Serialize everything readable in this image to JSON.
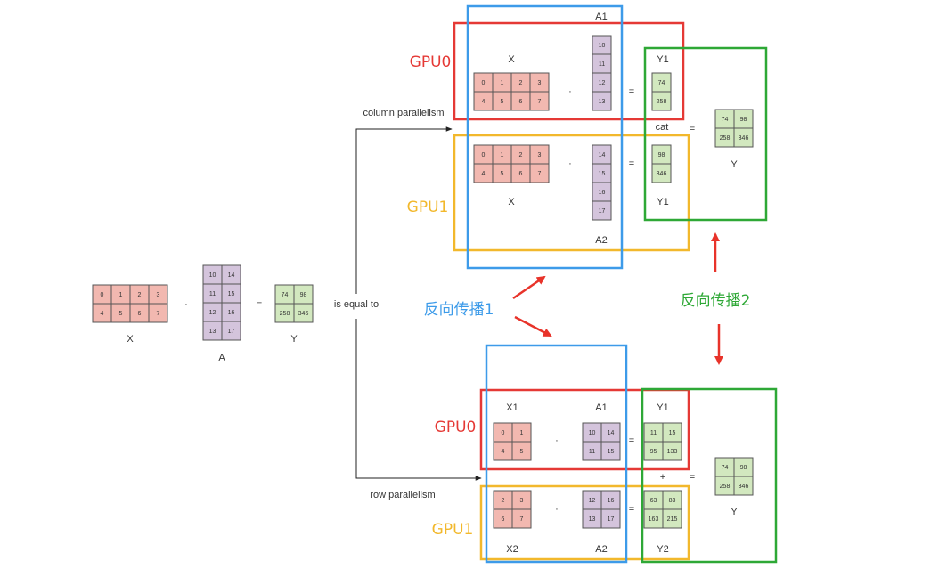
{
  "colors": {
    "x_matrix": "#f2b8b0",
    "a_matrix": "#d4c4dc",
    "y_matrix": "#d2e8bf",
    "grid_line": "#555555",
    "gpu0": "#e53935",
    "gpu1": "#f2b82c",
    "backprop1": "#3d9be9",
    "backprop2": "#2ea836",
    "arrow_red": "#e8332a",
    "arrow_black": "#222222"
  },
  "operators": {
    "dot": "·",
    "equals": "=",
    "plus": "+",
    "cat": "cat"
  },
  "left": {
    "x": {
      "label": "X",
      "values": [
        [
          "0",
          "1",
          "2",
          "3"
        ],
        [
          "4",
          "5",
          "6",
          "7"
        ]
      ]
    },
    "a": {
      "label": "A",
      "values": [
        [
          "10",
          "14"
        ],
        [
          "11",
          "15"
        ],
        [
          "12",
          "16"
        ],
        [
          "13",
          "17"
        ]
      ]
    },
    "y": {
      "label": "Y",
      "values": [
        [
          "74",
          "98"
        ],
        [
          "258",
          "346"
        ]
      ]
    },
    "is_equal_to": "is equal to"
  },
  "column_parallelism": {
    "caption": "column parallelism",
    "a1_label": "A1",
    "a2_label": "A2",
    "gpu0_label": "GPU0",
    "gpu1_label": "GPU1",
    "gpu0": {
      "x_label": "X",
      "x": [
        [
          "0",
          "1",
          "2",
          "3"
        ],
        [
          "4",
          "5",
          "6",
          "7"
        ]
      ],
      "a": [
        [
          "10"
        ],
        [
          "11"
        ],
        [
          "12"
        ],
        [
          "13"
        ]
      ],
      "y_label": "Y1",
      "y": [
        [
          "74"
        ],
        [
          "258"
        ]
      ]
    },
    "gpu1": {
      "x_label": "X",
      "x": [
        [
          "0",
          "1",
          "2",
          "3"
        ],
        [
          "4",
          "5",
          "6",
          "7"
        ]
      ],
      "a": [
        [
          "14"
        ],
        [
          "15"
        ],
        [
          "16"
        ],
        [
          "17"
        ]
      ],
      "y_label": "Y1",
      "y": [
        [
          "98"
        ],
        [
          "346"
        ]
      ]
    },
    "result": {
      "label": "Y",
      "values": [
        [
          "74",
          "98"
        ],
        [
          "258",
          "346"
        ]
      ]
    }
  },
  "row_parallelism": {
    "caption": "row parallelism",
    "gpu0_label": "GPU0",
    "gpu1_label": "GPU1",
    "gpu0": {
      "x_label": "X1",
      "x": [
        [
          "0",
          "1"
        ],
        [
          "4",
          "5"
        ]
      ],
      "a_label": "A1",
      "a": [
        [
          "10",
          "14"
        ],
        [
          "11",
          "15"
        ]
      ],
      "y_label": "Y1",
      "y": [
        [
          "11",
          "15"
        ],
        [
          "95",
          "133"
        ]
      ]
    },
    "gpu1": {
      "x_label": "X2",
      "x": [
        [
          "2",
          "3"
        ],
        [
          "6",
          "7"
        ]
      ],
      "a_label": "A2",
      "a": [
        [
          "12",
          "16"
        ],
        [
          "13",
          "17"
        ]
      ],
      "y_label": "Y2",
      "y": [
        [
          "63",
          "83"
        ],
        [
          "163",
          "215"
        ]
      ]
    },
    "result": {
      "label": "Y",
      "values": [
        [
          "74",
          "98"
        ],
        [
          "258",
          "346"
        ]
      ]
    }
  },
  "backprop_1_label": "反向传播1",
  "backprop_2_label": "反向传播2"
}
